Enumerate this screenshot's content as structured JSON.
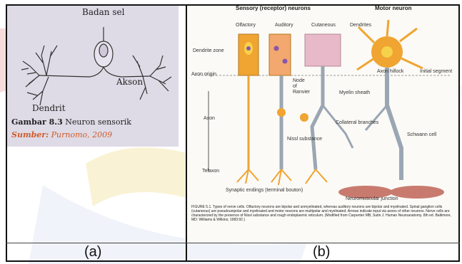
{
  "panel_a": {
    "label_badan_sel": "Badan sel",
    "label_akson": "Akson",
    "label_dendrit": "Dendrit",
    "caption_number": "Gambar 8.3",
    "caption_title": "Neuron sensorik",
    "source_label": "Sumber:",
    "source_value": "Purnomo, 2009",
    "sub_caption": "(a)"
  },
  "panel_b": {
    "header_sensory": "Sensory (receptor) neurons",
    "header_motor": "Motor neuron",
    "col_olfactory": "Olfactory",
    "col_auditory": "Auditory",
    "col_cutaneous": "Cutaneous",
    "label_dendrites": "Dendrites",
    "label_dendrite_zone": "Dendrite zone",
    "label_axon_origin": "Axon origin",
    "label_axon_hillock": "Axon hillock",
    "label_initial_segment": "Initial segment",
    "label_node": "Node\nof\nRanvier",
    "label_myelin": "Myelin sheath",
    "label_axon": "Axon",
    "label_collateral": "Collateral branches",
    "label_nissl": "Nissl substance",
    "label_schwann": "Schwann cell",
    "label_telaxon": "Telaxon",
    "label_synaptic": "Synaptic endings (terminal bouton)",
    "label_nmj": "Neuromuscular junction",
    "figure_caption": "FIGURE 5.1. Types of nerve cells. Olfactory neurons are bipolar and unmyelinated, whereas auditory neurons are bipolar and myelinated. Spinal ganglion cells (cutaneous) are pseudounipolar and myelinated and motor neurons are multipolar and myelinated. Arrows indicate input via axons of other neurons. Nerve cells are characterized by the presence of Nissl substance and rough endoplasmic reticulum. (Modified from Carpenter MB, Sutin J. Human Neuroanatomy. 8th ed. Baltimore, MD: Williams & Wilkins; 1983:92.)",
    "sub_caption": "(b)"
  },
  "colors": {
    "cell_orange": "#f0a431",
    "cell_yellow": "#f6d24a",
    "axon_gray": "#9aa6b3",
    "muscle": "#c97a6f",
    "source_red": "#d05a2a"
  }
}
